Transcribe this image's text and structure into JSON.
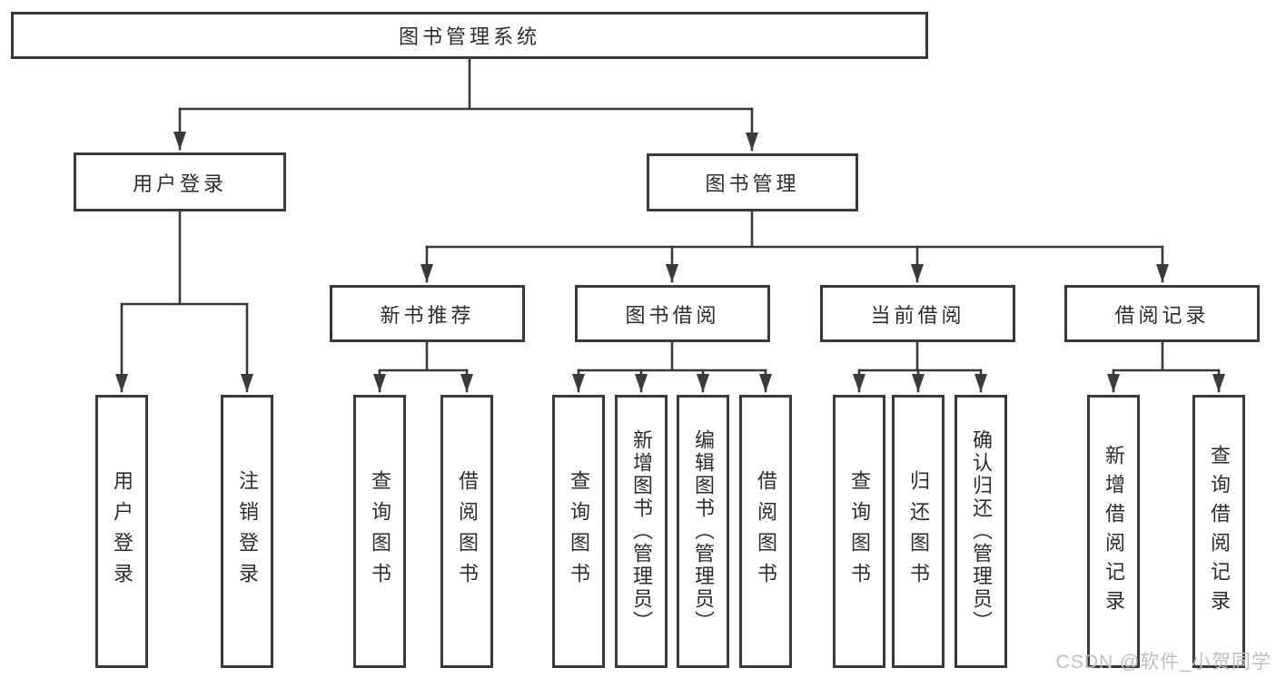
{
  "nodes": {
    "root": {
      "label": "图书管理系统"
    },
    "l2": [
      {
        "label": "用户登录"
      },
      {
        "label": "图书管理"
      }
    ],
    "l3": [
      {
        "label": "新书推荐",
        "parent": "图书管理"
      },
      {
        "label": "图书借阅",
        "parent": "图书管理"
      },
      {
        "label": "当前借阅",
        "parent": "图书管理"
      },
      {
        "label": "借阅记录",
        "parent": "图书管理"
      }
    ],
    "leaves": [
      {
        "label": "用户登录",
        "parent": "用户登录"
      },
      {
        "label": "注销登录",
        "parent": "用户登录"
      },
      {
        "label": "查询图书",
        "parent": "新书推荐"
      },
      {
        "label": "借阅图书",
        "parent": "新书推荐"
      },
      {
        "label": "查询图书",
        "parent": "图书借阅"
      },
      {
        "label": "新增图书（管理员）",
        "parent": "图书借阅"
      },
      {
        "label": "编辑图书（管理员）",
        "parent": "图书借阅"
      },
      {
        "label": "借阅图书",
        "parent": "图书借阅"
      },
      {
        "label": "查询图书",
        "parent": "当前借阅"
      },
      {
        "label": "归还图书",
        "parent": "当前借阅"
      },
      {
        "label": "确认归还（管理员）",
        "parent": "当前借阅"
      },
      {
        "label": "新增借阅记录",
        "parent": "借阅记录"
      },
      {
        "label": "查询借阅记录",
        "parent": "借阅记录"
      }
    ]
  },
  "watermark": {
    "text": "CSDN @软件_小贺同学"
  },
  "colors": {
    "line": "#3a3a3a",
    "box_border": "#3a3a3a",
    "text": "#2e2e2e",
    "watermark": "#c0c0c0",
    "background": "#ffffff"
  }
}
